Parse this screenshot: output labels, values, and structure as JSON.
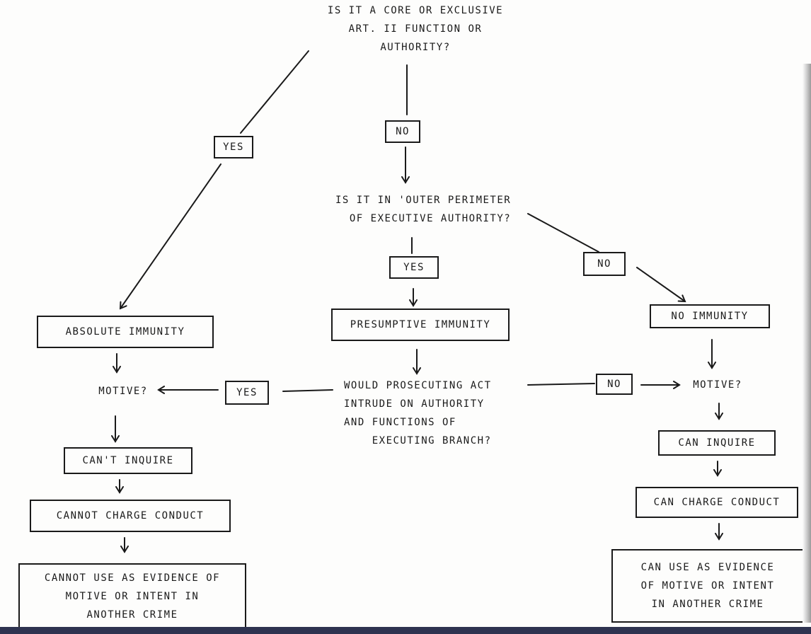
{
  "q1": "IS IT A CORE OR EXCLUSIVE\nART. II FUNCTION OR\nAUTHORITY?",
  "q2": "IS IT IN 'OUTER PERIMETER\n  OF EXECUTIVE AUTHORITY?",
  "q3": "WOULD PROSECUTING ACT\nINTRUDE ON AUTHORITY\nAND FUNCTIONS OF\n    EXECUTING BRANCH?",
  "labels": {
    "yes_q1": "YES",
    "no_q1": "NO",
    "yes_q2": "YES",
    "no_q2": "NO",
    "yes_q3": "YES",
    "no_q3": "NO"
  },
  "left": {
    "immunity": "ABSOLUTE IMMUNITY",
    "motive": "MOTIVE?",
    "inquire": "CAN'T INQUIRE",
    "charge": "CANNOT CHARGE CONDUCT",
    "evidence": "CANNOT USE AS EVIDENCE OF\nMOTIVE OR INTENT IN\nANOTHER CRIME"
  },
  "middle": {
    "immunity": "PRESUMPTIVE IMMUNITY"
  },
  "right": {
    "immunity": "NO IMMUNITY",
    "motive": "MOTIVE?",
    "inquire": "CAN INQUIRE",
    "charge": "CAN CHARGE CONDUCT",
    "evidence": "CAN USE AS EVIDENCE\nOF MOTIVE OR INTENT\nIN ANOTHER CRIME"
  },
  "colors": {
    "ink": "#1a1a1a",
    "paper": "#fdfdfc",
    "bar": "#2e3350"
  }
}
